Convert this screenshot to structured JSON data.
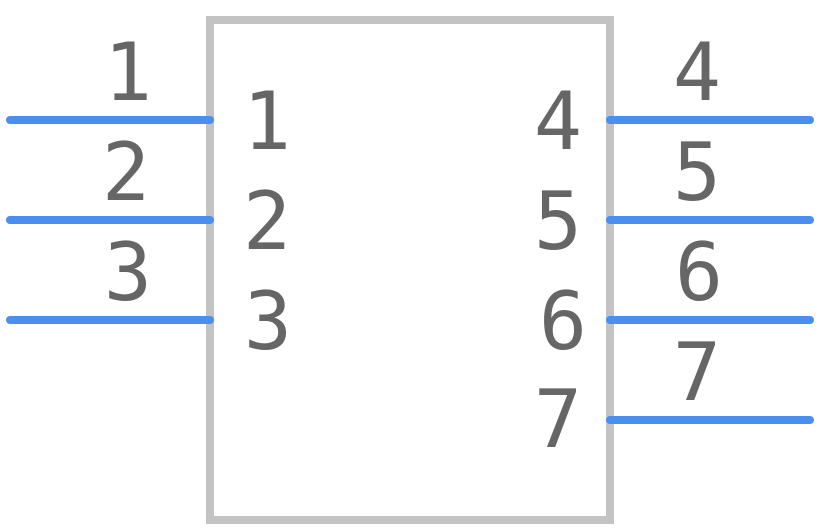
{
  "component": {
    "colors": {
      "pin": "#4a8ff0",
      "body_outline": "#c3c3c3",
      "label": "#666666",
      "background": "#ffffff"
    },
    "left_pins": [
      {
        "outer_label": "1",
        "inner_label": "1"
      },
      {
        "outer_label": "2",
        "inner_label": "2"
      },
      {
        "outer_label": "3",
        "inner_label": "3"
      }
    ],
    "right_pins": [
      {
        "outer_label": "4",
        "inner_label": "4"
      },
      {
        "outer_label": "5",
        "inner_label": "5"
      },
      {
        "outer_label": "6",
        "inner_label": "6"
      },
      {
        "outer_label": "7",
        "inner_label": "7"
      }
    ]
  }
}
